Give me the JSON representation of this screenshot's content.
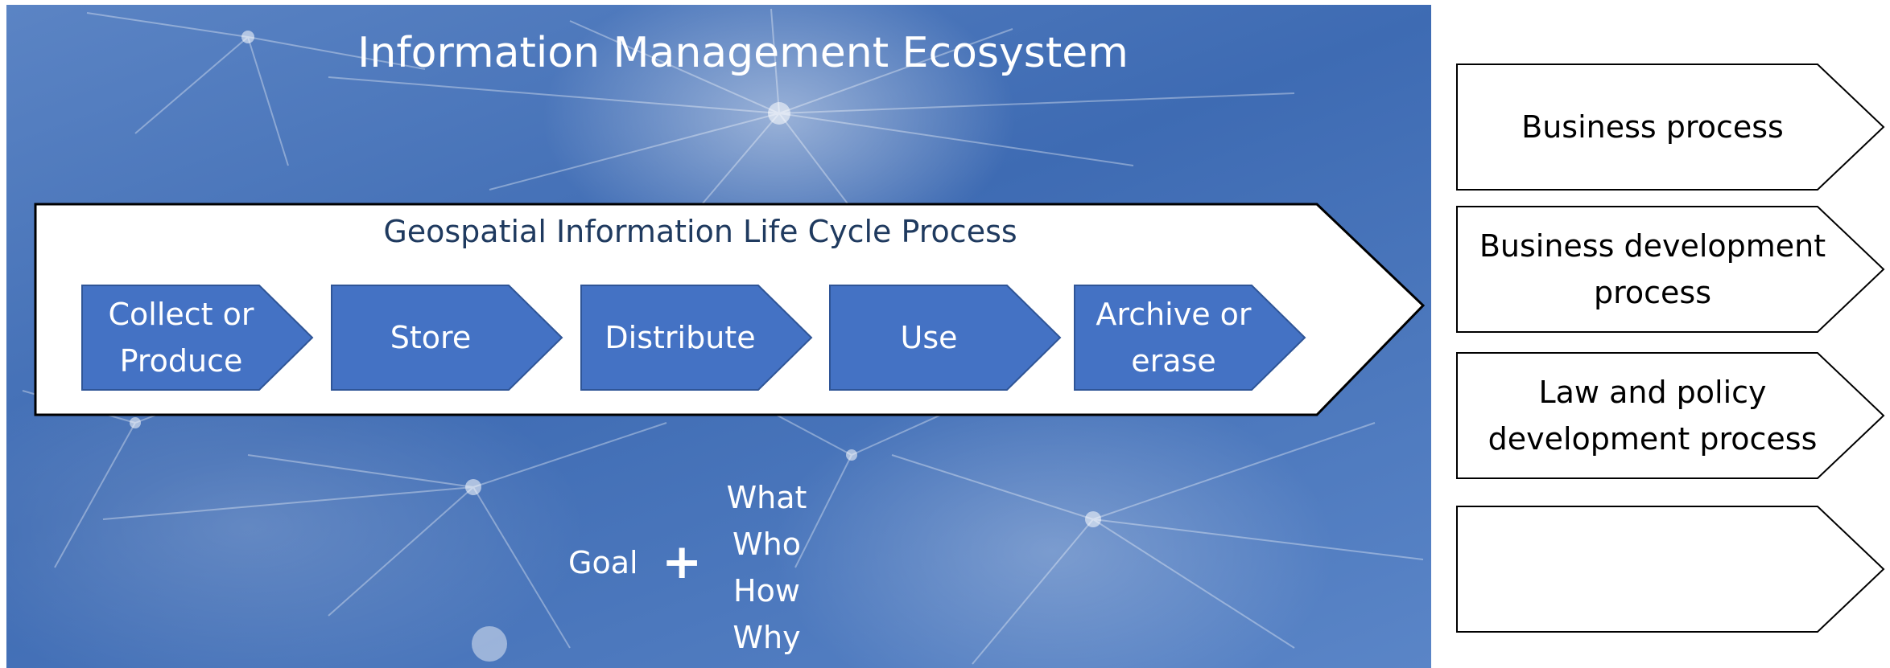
{
  "title": "Information Management Ecosystem",
  "life_cycle": {
    "label": "Geospatial Information Life Cycle Process",
    "steps": [
      {
        "line1": "Collect or",
        "line2": "Produce"
      },
      {
        "line1": "Store",
        "line2": ""
      },
      {
        "line1": "Distribute",
        "line2": ""
      },
      {
        "line1": "Use",
        "line2": ""
      },
      {
        "line1": "Archive or",
        "line2": "erase"
      }
    ]
  },
  "processes": [
    {
      "line1": "Business process",
      "line2": ""
    },
    {
      "line1": "Business development",
      "line2": "process"
    },
    {
      "line1": "Law and policy",
      "line2": "development process"
    },
    {
      "line1": "",
      "line2": ""
    }
  ],
  "goal": {
    "label": "Goal",
    "operator": "+",
    "questions": [
      "What",
      "Who",
      "How",
      "Why"
    ]
  },
  "colors": {
    "step_fill": "#4472c4",
    "step_stroke": "#2f5597",
    "arrow_fill": "#ffffff",
    "arrow_stroke": "#000000",
    "life_cycle_label": "#1f3a5f"
  }
}
